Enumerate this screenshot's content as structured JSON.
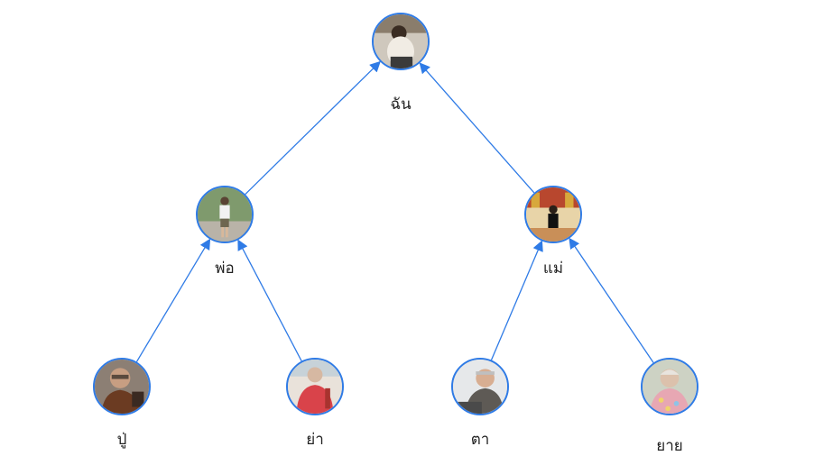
{
  "diagram": {
    "type": "family-tree",
    "edge_color": "#2f7be6",
    "nodes": [
      {
        "id": "me",
        "label": "ฉัน",
        "photo": "person-photo-young-woman-seated"
      },
      {
        "id": "father",
        "label": "พ่อ",
        "photo": "person-photo-man-walking-park"
      },
      {
        "id": "mother",
        "label": "แม่",
        "photo": "person-photo-woman-temple"
      },
      {
        "id": "pgf",
        "label": "ปู่",
        "photo": "person-photo-elderly-man-glasses"
      },
      {
        "id": "pgm",
        "label": "ย่า",
        "photo": "person-photo-elderly-woman-red"
      },
      {
        "id": "mgf",
        "label": "ตา",
        "photo": "person-photo-older-man-smiling"
      },
      {
        "id": "mgm",
        "label": "ยาย",
        "photo": "person-photo-elderly-woman-floral"
      }
    ],
    "edges": [
      {
        "from": "father",
        "to": "me"
      },
      {
        "from": "mother",
        "to": "me"
      },
      {
        "from": "pgf",
        "to": "father"
      },
      {
        "from": "pgm",
        "to": "father"
      },
      {
        "from": "mgf",
        "to": "mother"
      },
      {
        "from": "mgm",
        "to": "mother"
      }
    ]
  }
}
